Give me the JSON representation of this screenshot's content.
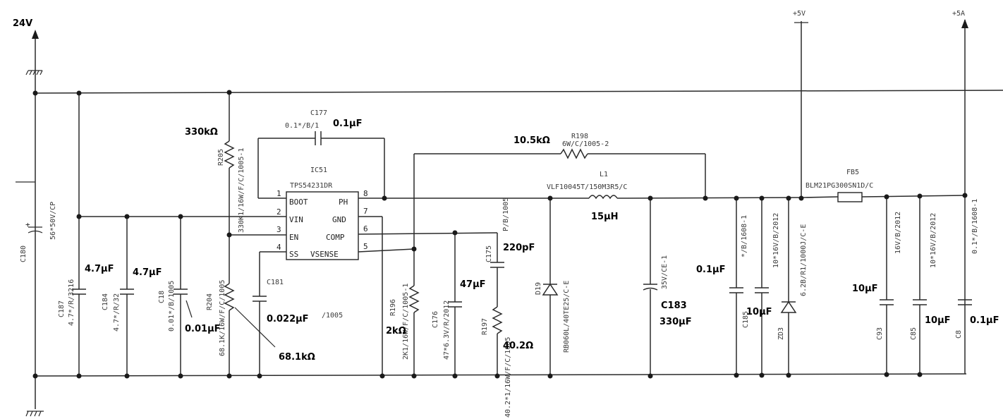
{
  "labels": {
    "v24": "24V",
    "p5v": "+5V",
    "p5a": "+5A",
    "r205_val": "330kΩ",
    "c177_val": "0.1μF",
    "r198_val": "10.5kΩ",
    "c187_val": "4.7μF",
    "c184_val": "4.7μF",
    "c18_val": "0.01μF",
    "c181_val": "0.022μF",
    "r204_val": "68.1kΩ",
    "c175_val": "220pF",
    "c176_val": "47μF",
    "r196_val": "2kΩ",
    "r197_val": "40.2Ω",
    "l1_val": "15μH",
    "c183_ref": "C183",
    "c183_val": "330μF",
    "c185_val": "0.1μF",
    "c_10u_a": "10μF",
    "c93_val": "10μF",
    "c85_val": "10μF",
    "c8_val": "0.1μF"
  },
  "scan": {
    "c177_ref": "C177",
    "c177_txt": "0.1*/B/1",
    "ic_ref": "IC51",
    "ic_part": "TPS54231DR",
    "r198_ref": "R198",
    "r198_txt": "6W/C/1005-2",
    "l1_ref": "L1",
    "l1_part": "VLF10045T/150M3R5/C",
    "fb5_ref": "FB5",
    "fb5_part": "BLM21PG300SN1D/C",
    "r205_ref": "R205",
    "r205_txt": "330K1/16W/F/C/1005-1",
    "c180_ref": "C180",
    "c180_txt": "56*50V/CP",
    "c187_ref": "C187",
    "c187_txt": "4.7*/R/3216",
    "c184_ref": "C184",
    "c184_txt": "4.7*/R/32",
    "c18_ref": "C18",
    "c18_txt": "0.01*/B/1005",
    "r204_ref": "R204",
    "r204_txt": "68.1K/16W/F/C/1005",
    "c181_ref": "C181",
    "c181_txt": "/1005",
    "c175_ref": "C175",
    "c175_txt": "P/B/1005",
    "c176_ref": "C176",
    "c176_txt": "47*6.3V/R/2012",
    "r196_ref": "R196",
    "r196_txt": "2K1/16W/F/C/1005-1",
    "r197_ref": "R197",
    "r197_txt": "40.2*1/16W/F/C/1005",
    "d19_ref": "D19",
    "d19_txt": "RB060L/40TE25/C-E",
    "c183_txt": "35V/CE-1",
    "c185_ref": "C185",
    "c185_txt": "*/B/1608-1",
    "c_mid_txt": "10*16V/B/2012",
    "zd3_ref": "ZD3",
    "zd3_txt": "6.2B/R1/1000J/C-E",
    "c93_ref": "C93",
    "c93_txt": "16V/B/2012",
    "c85_ref": "C85",
    "c85_txt": "10*16V/B/2012",
    "c8_ref": "C8",
    "c8_txt": "0.1*/B/1608-1"
  },
  "pins": {
    "p1": "1",
    "p2": "2",
    "p3": "3",
    "p4": "4",
    "p5": "5",
    "p6": "6",
    "p7": "7",
    "p8": "8",
    "boot": "BOOT",
    "vin": "VIN",
    "en": "EN",
    "ss": "SS",
    "ph": "PH",
    "gnd": "GND",
    "comp": "COMP",
    "vsense": "VSENSE"
  }
}
